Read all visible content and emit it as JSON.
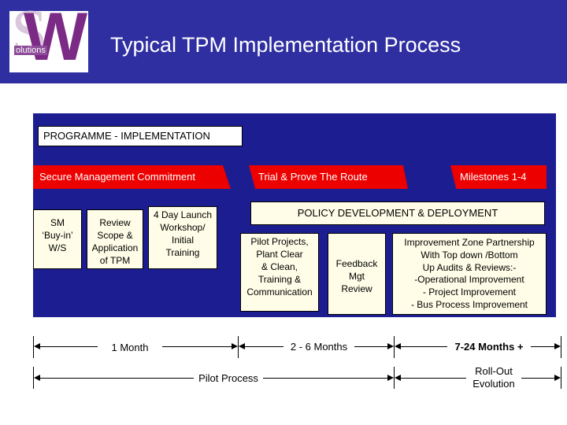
{
  "header": {
    "logo": {
      "letter_back": "S",
      "letter_front": "W",
      "sub_text": "olutions"
    },
    "title": "Typical TPM Implementation  Process"
  },
  "programme": {
    "label": "PROGRAMME - IMPLEMENTATION"
  },
  "phases": [
    {
      "label": "Secure Management Commitment"
    },
    {
      "label": "Trial & Prove The Route"
    },
    {
      "label": "Milestones 1-4"
    }
  ],
  "boxes": {
    "sm": "SM\n‘Buy-in’\nW/S",
    "review": "Review\nScope &\nApplication\nof TPM",
    "day_launch": "4 Day Launch\nWorkshop/\nInitial\nTraining",
    "policy": "POLICY DEVELOPMENT & DEPLOYMENT",
    "pilot": "Pilot Projects,\nPlant Clear\n& Clean,\nTraining &\nCommunication",
    "feedback": "Feedback\nMgt\nReview",
    "improvement": "Improvement Zone Partnership\nWith Top down /Bottom\nUp Audits & Reviews:-\n-Operational Improvement\n- Project Improvement\n- Bus  Process Improvement"
  },
  "timeline": {
    "one_month": "1 Month",
    "two_six_months": "2 - 6 Months",
    "seven_24_months": "7-24 Months +",
    "pilot_process": "Pilot Process",
    "rollout": "Roll-Out\nEvolution"
  },
  "colors": {
    "header_bg": "#2f2fa2",
    "panel_bg": "#1d1d92",
    "phase_bar": "#ed0000",
    "box_fill": "#fffde7"
  }
}
